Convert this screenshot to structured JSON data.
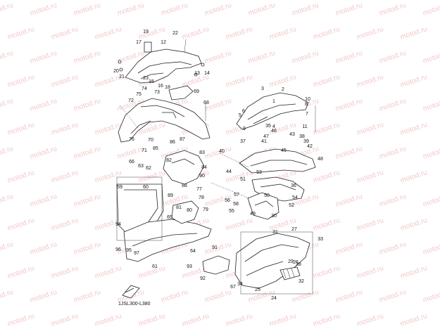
{
  "watermark": "motod.ru",
  "diagram_code": "1JSL300-L380",
  "callouts": [
    "1",
    "2",
    "3",
    "4",
    "5",
    "6",
    "7",
    "8",
    "9",
    "10",
    "11",
    "12",
    "13",
    "14",
    "15",
    "16",
    "17",
    "18",
    "19",
    "20",
    "21",
    "22",
    "23",
    "24",
    "25",
    "26",
    "27",
    "28",
    "29",
    "30",
    "31",
    "32",
    "33",
    "34",
    "35",
    "36",
    "37",
    "38",
    "39",
    "40",
    "41",
    "42",
    "43",
    "44",
    "45",
    "46",
    "47",
    "48",
    "49",
    "50",
    "51",
    "52",
    "53",
    "54",
    "55",
    "56",
    "57",
    "58",
    "59",
    "60",
    "61",
    "62",
    "63",
    "64",
    "65",
    "66",
    "67",
    "68",
    "69",
    "70",
    "71",
    "72",
    "73",
    "74",
    "75",
    "76",
    "77",
    "78",
    "79",
    "80",
    "81",
    "82",
    "83",
    "84",
    "85",
    "86",
    "87",
    "88",
    "89",
    "90",
    "91",
    "92",
    "93",
    "94",
    "95",
    "96",
    "97"
  ],
  "icons": [
    "front-arrow-icon"
  ]
}
